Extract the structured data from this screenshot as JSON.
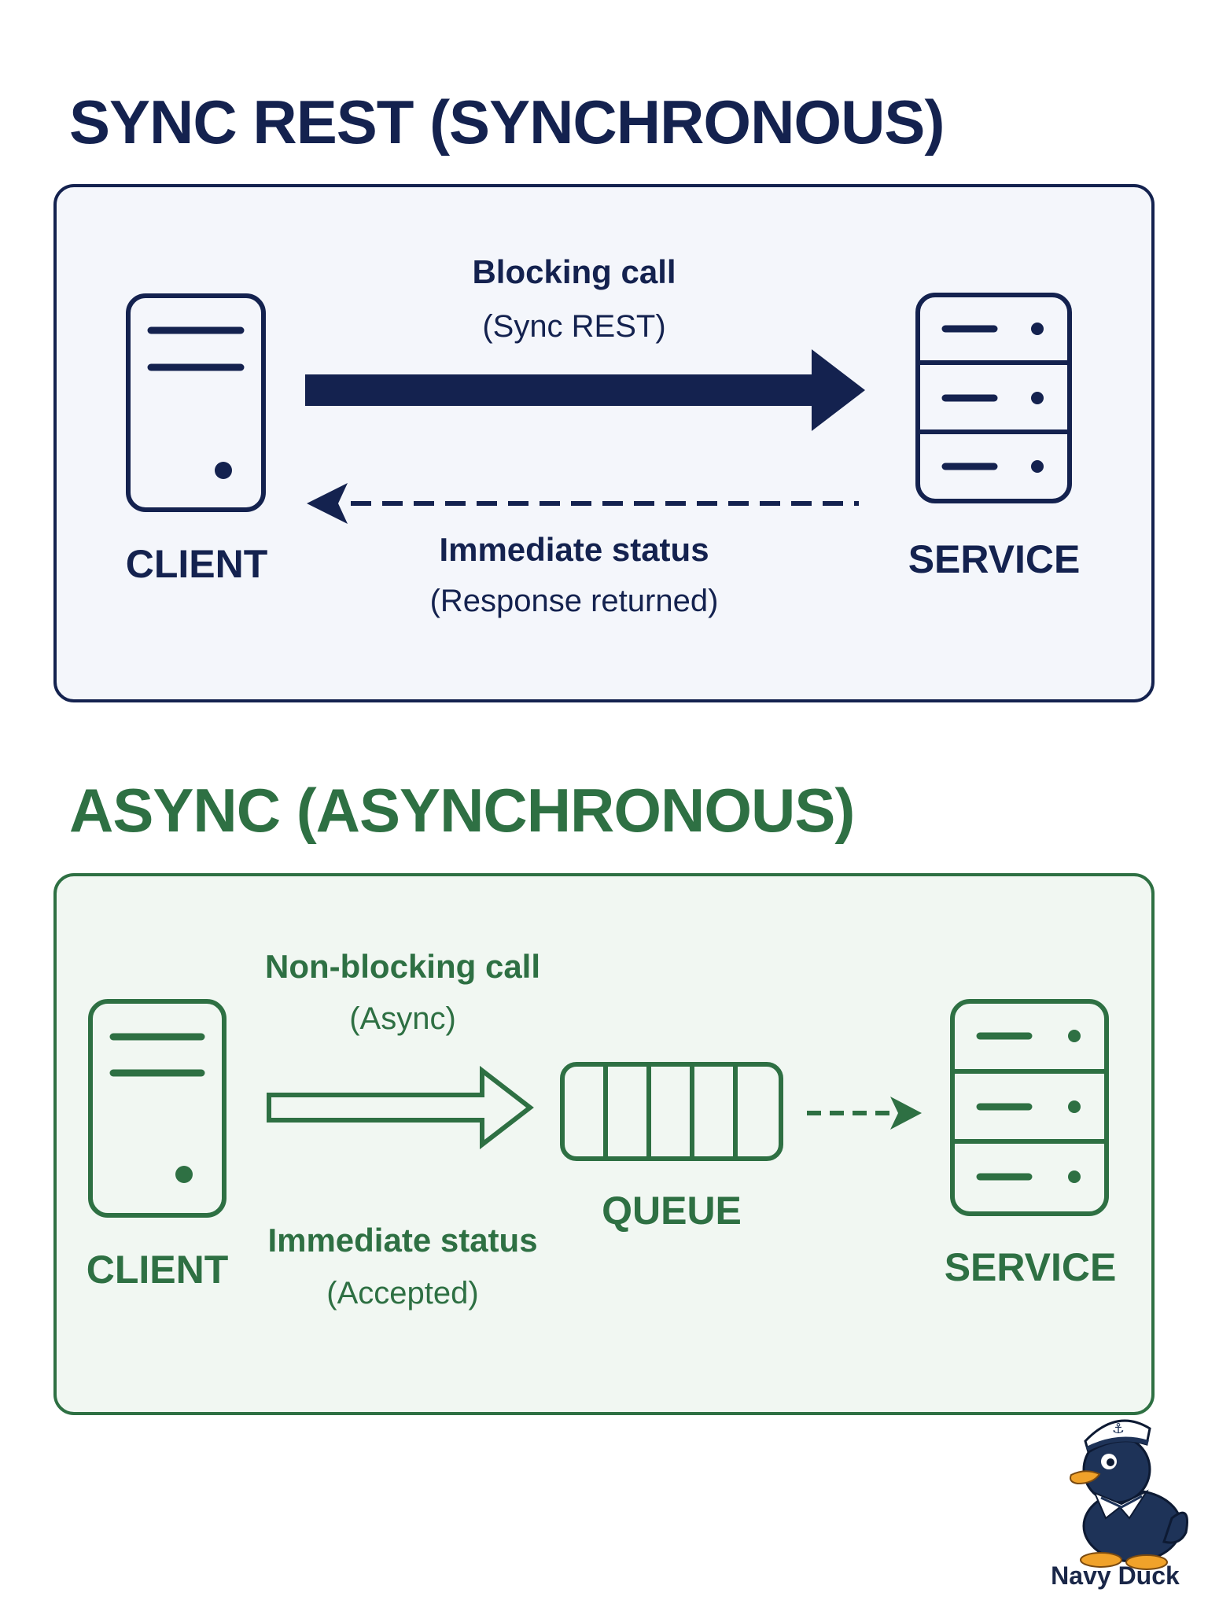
{
  "sync": {
    "title": "SYNC REST (SYNCHRONOUS)",
    "client_label": "CLIENT",
    "service_label": "SERVICE",
    "request": {
      "label": "Blocking call",
      "sublabel": "(Sync REST)"
    },
    "response": {
      "label": "Immediate status",
      "sublabel": "(Response returned)"
    },
    "color": "#14224f",
    "background": "#f4f6fb"
  },
  "async": {
    "title": "ASYNC (ASYNCHRONOUS)",
    "client_label": "CLIENT",
    "service_label": "SERVICE",
    "queue_label": "QUEUE",
    "request": {
      "label": "Non-blocking call",
      "sublabel": "(Async)"
    },
    "response": {
      "label": "Immediate status",
      "sublabel": "(Accepted)"
    },
    "color": "#2e7043",
    "background": "#f1f7f2"
  },
  "branding": {
    "name": "Navy Duck",
    "icon": "sailor-duck-icon"
  },
  "icons": {
    "client": "client-computer-icon",
    "service": "server-rack-icon",
    "queue": "message-queue-icon"
  }
}
